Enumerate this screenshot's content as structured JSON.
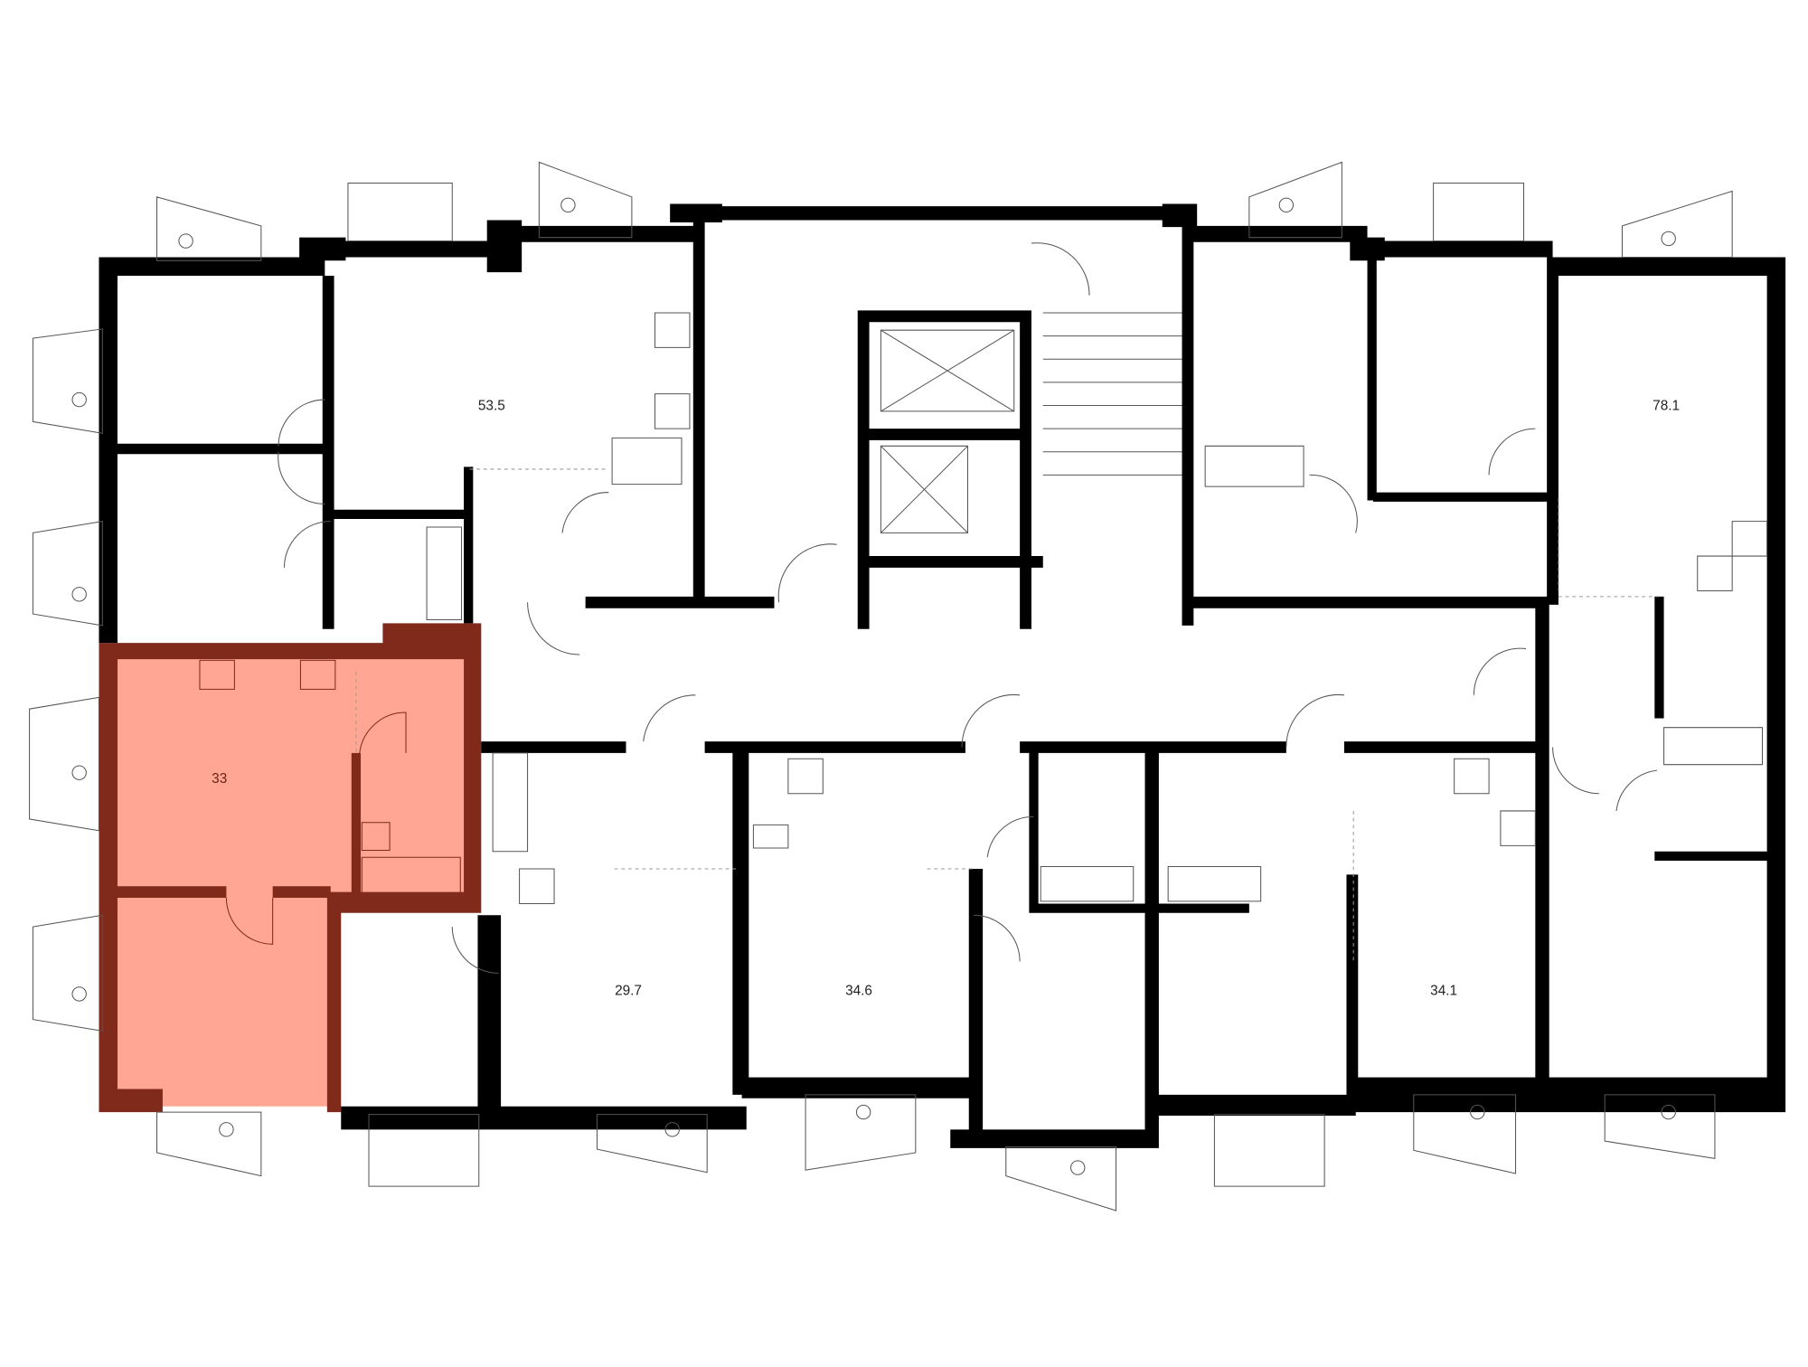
{
  "plan": {
    "highlight_fill": "#ffa794",
    "highlight_wall": "#7f2a1a",
    "wall_color": "#000000",
    "apartments": [
      {
        "id": "apt-53-5",
        "area": "53.5",
        "selected": false
      },
      {
        "id": "apt-78-1",
        "area": "78.1",
        "selected": false
      },
      {
        "id": "apt-33",
        "area": "33",
        "selected": true
      },
      {
        "id": "apt-29-7",
        "area": "29.7",
        "selected": false
      },
      {
        "id": "apt-34-6",
        "area": "34.6",
        "selected": false
      },
      {
        "id": "apt-34-1",
        "area": "34.1",
        "selected": false
      }
    ]
  }
}
